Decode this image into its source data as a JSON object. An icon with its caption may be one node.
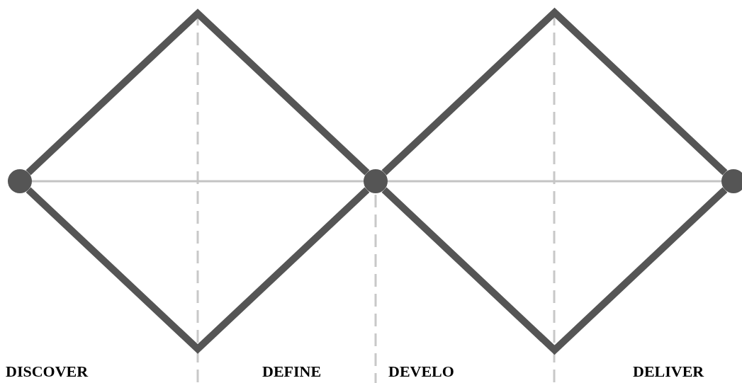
{
  "diagram": {
    "nodes": [
      {
        "text": [],
        "shape": "circle"
      },
      {
        "text": [],
        "shape": "circle"
      },
      {
        "text": [],
        "shape": "circle"
      }
    ],
    "edges": [
      {
        "from": 0,
        "to": 1,
        "arrow": "none"
      },
      {
        "from": 0,
        "to": 1,
        "arrow": "none"
      },
      {
        "from": 0,
        "to": 1,
        "arrow": "none",
        "color": "#c4c4c4"
      },
      {
        "from": 1,
        "to": 2,
        "arrow": "none"
      },
      {
        "from": 1,
        "to": 2,
        "arrow": "none"
      },
      {
        "from": 1,
        "to": 2,
        "arrow": "none",
        "color": "#c4c4c4"
      }
    ],
    "labels": [
      "DISCOVER",
      "DEFINE",
      "DEVELO",
      "DELIVER"
    ]
  }
}
